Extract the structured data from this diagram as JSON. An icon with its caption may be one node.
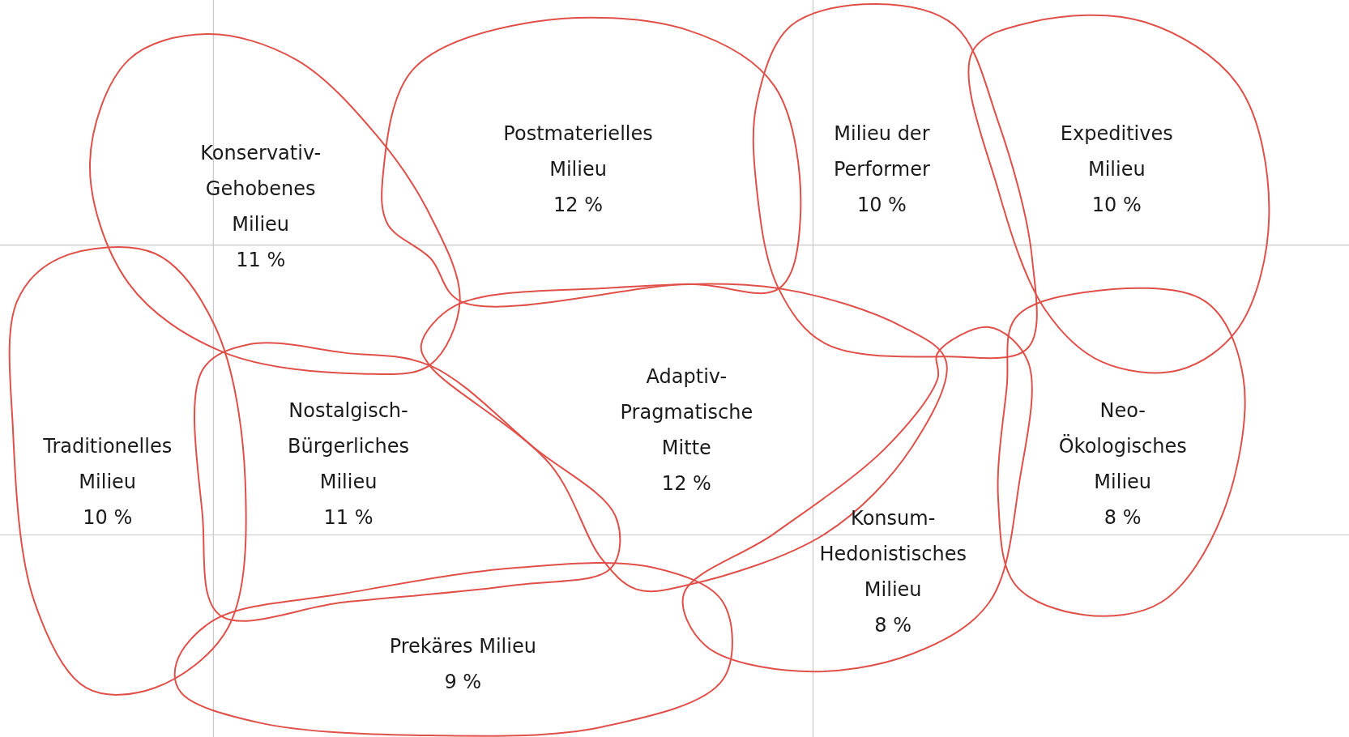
{
  "diagram": {
    "nodes": [
      {
        "text": [
          "Konservativ-Gehobenes Milieu",
          "11 %"
        ]
      },
      {
        "text": [
          "Postmaterielles Milieu",
          "12 %"
        ]
      },
      {
        "text": [
          "Milieu der Performer",
          "10 %"
        ]
      },
      {
        "text": [
          "Expeditives Milieu",
          "10 %"
        ]
      },
      {
        "text": [
          "Traditionelles Milieu",
          "10 %"
        ]
      },
      {
        "text": [
          "Nostalgisch-Bürgerliches Milieu",
          "11 %"
        ]
      },
      {
        "text": [
          "Adaptiv-Pragmatische Mitte",
          "12 %"
        ]
      },
      {
        "text": [
          "Neo-Ökologisches Milieu",
          "8 %"
        ]
      },
      {
        "text": [
          "Konsum-Hedonistisches Milieu",
          "8 %"
        ]
      },
      {
        "text": [
          "Prekäres Milieu",
          "9 %"
        ]
      }
    ]
  }
}
